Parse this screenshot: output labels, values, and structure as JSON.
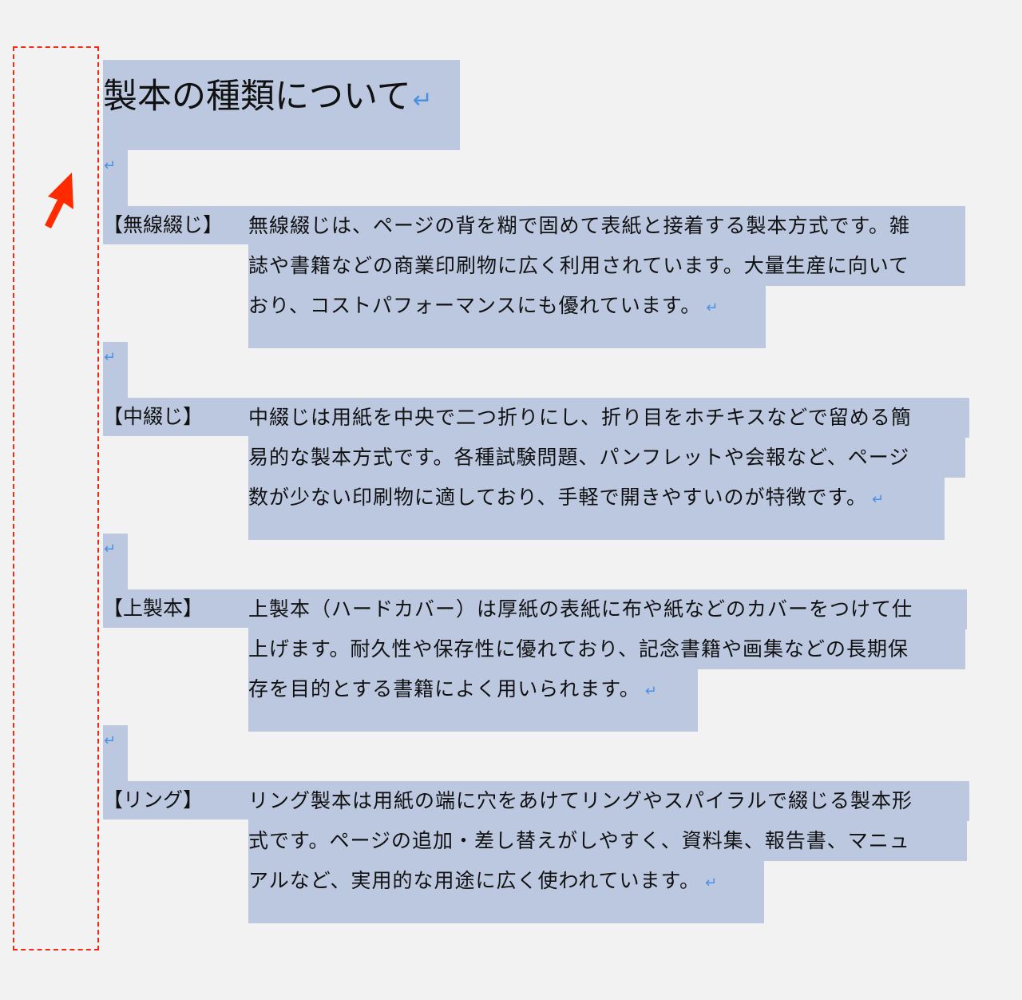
{
  "document": {
    "title": "製本の種類について",
    "paragraph_mark": "↵",
    "sections": [
      {
        "label": "【無線綴じ】",
        "lines": [
          "無線綴じは、ページの背を糊で固めて表紙と接着する製本方式です。雑",
          "誌や書籍などの商業印刷物に広く利用されています。大量生産に向いて",
          "おり、コストパフォーマンスにも優れています。"
        ]
      },
      {
        "label": "【中綴じ】",
        "lines": [
          "中綴じは用紙を中央で二つ折りにし、折り目をホチキスなどで留める簡",
          "易的な製本方式です。各種試験問題、パンフレットや会報など、ページ",
          "数が少ない印刷物に適しており、手軽で開きやすいのが特徴です。"
        ]
      },
      {
        "label": "【上製本】",
        "lines": [
          "上製本（ハードカバー）は厚紙の表紙に布や紙などのカバーをつけて仕",
          "上げます。耐久性や保存性に優れており、記念書籍や画集などの長期保",
          "存を目的とする書籍によく用いられます。"
        ]
      },
      {
        "label": "【リング】",
        "lines": [
          "リング製本は用紙の端に穴をあけてリングやスパイラルで綴じる製本形",
          "式です。ページの追加・差し替えがしやすく、資料集、報告書、マニュ",
          "アルなど、実用的な用途に広く使われています。"
        ]
      }
    ]
  },
  "annotations": {
    "highlight_color": "#bcc8e0",
    "dashed_box_color": "#f02a14",
    "arrow_color": "#ff2a00",
    "paragraph_mark_color": "#4a90e2"
  }
}
